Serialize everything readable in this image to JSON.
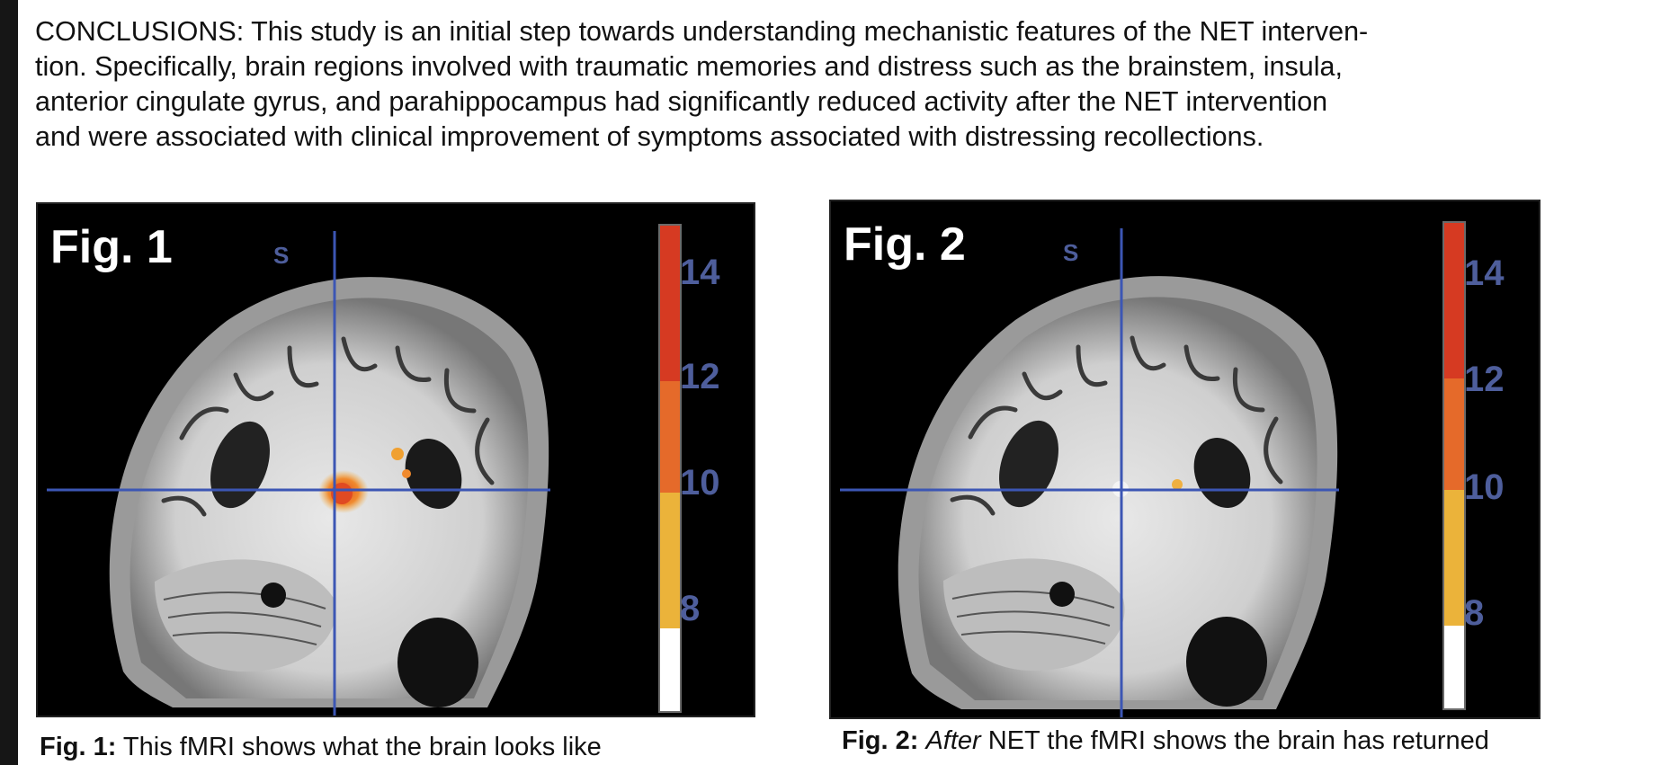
{
  "conclusions": {
    "lines": [
      "CONCLUSIONS: This study is an initial step towards understanding mechanistic features of the NET interven-",
      "tion. Specifically, brain regions involved with traumatic memories and distress such as the brainstem, insula,",
      "anterior cingulate gyrus, and parahippocampus had significantly reduced activity after the NET intervention",
      "and were associated with clinical improvement of symptoms associated with distressing recollections."
    ]
  },
  "figures": [
    {
      "title": "Fig. 1",
      "orientation_label": "S",
      "scale_labels": [
        "14",
        "12",
        "10",
        "8"
      ],
      "caption_label": "Fig. 1:",
      "caption_text": " This fMRI shows what the brain looks like",
      "colors": {
        "high": "#d63a22",
        "mid": "#e56a2a",
        "low": "#ebb33a",
        "base": "#ffffff",
        "crosshair": "#3c56b4"
      }
    },
    {
      "title": "Fig. 2",
      "orientation_label": "S",
      "scale_labels": [
        "14",
        "12",
        "10",
        "8"
      ],
      "caption_label": "Fig. 2:",
      "caption_italic": "After",
      "caption_text": " NET the fMRI shows the brain has returned",
      "colors": {
        "high": "#d63a22",
        "mid": "#e56a2a",
        "low": "#ebb33a",
        "base": "#ffffff",
        "crosshair": "#3c56b4"
      }
    }
  ]
}
